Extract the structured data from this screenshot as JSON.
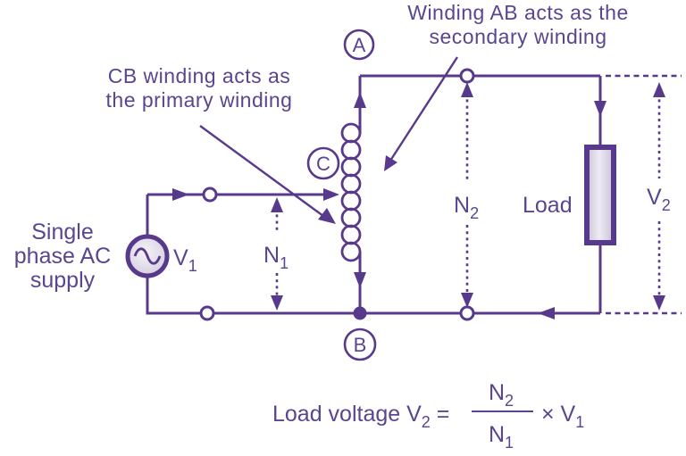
{
  "colors": {
    "ink": "#583a8c",
    "text": "#5a4591"
  },
  "annotations": {
    "secondary": {
      "line1": "Winding AB acts as the",
      "line2": "secondary winding"
    },
    "primary": {
      "line1": "CB winding acts as",
      "line2": "the primary winding"
    }
  },
  "source": {
    "line1": "Single",
    "line2": "phase AC",
    "line3": "supply"
  },
  "labels": {
    "v1": {
      "base": "V",
      "sub": "1"
    },
    "v2": {
      "base": "V",
      "sub": "2"
    },
    "n1": {
      "base": "N",
      "sub": "1"
    },
    "n2": {
      "base": "N",
      "sub": "2"
    },
    "load": "Load",
    "terminal_a": "A",
    "terminal_b": "B",
    "terminal_c": "C"
  },
  "formula": {
    "prefix": "Load voltage V",
    "prefix_sub": "2",
    "equals": " =",
    "numerator": {
      "base": "N",
      "sub": "2"
    },
    "denominator": {
      "base": "N",
      "sub": "1"
    },
    "times": "×",
    "rhs": {
      "base": " V",
      "sub": "1"
    }
  }
}
